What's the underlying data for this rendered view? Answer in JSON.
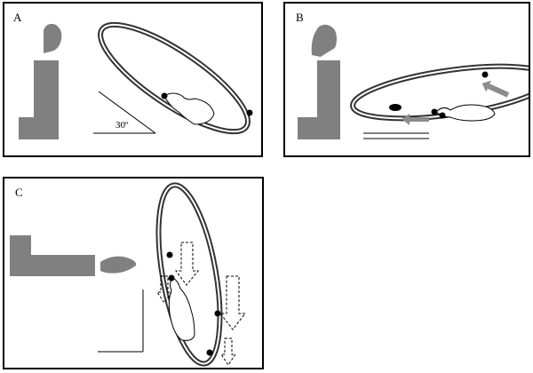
{
  "panels": [
    {
      "id": "A",
      "label": "A",
      "angle_label": "30º"
    },
    {
      "id": "B",
      "label": "B"
    },
    {
      "id": "C",
      "label": "C"
    }
  ],
  "colors": {
    "outline": "#000000",
    "tube": "#333333",
    "body": "#808080",
    "arrow": "#8c8c8c"
  }
}
